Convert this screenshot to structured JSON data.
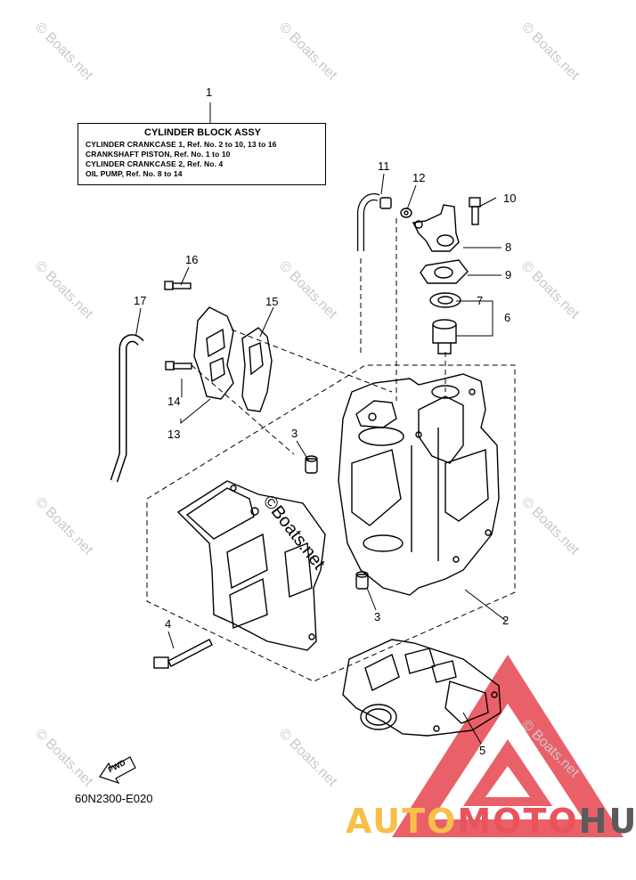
{
  "legend": {
    "title": "CYLINDER BLOCK ASSY",
    "lines": [
      "CYLINDER CRANKCASE 1,  Ref. No. 2 to 10, 13 to 16",
      "CRANKSHAFT PISTON,  Ref. No. 1 to 10",
      "CYLINDER CRANKCASE 2,  Ref. No. 4",
      "OIL PUMP,  Ref. No. 8 to 14"
    ]
  },
  "callouts": {
    "c1": "1",
    "c2": "2",
    "c3a": "3",
    "c3b": "3",
    "c4": "4",
    "c5": "5",
    "c6": "6",
    "c7": "7",
    "c8": "8",
    "c9": "9",
    "c10": "10",
    "c11": "11",
    "c12": "12",
    "c13": "13",
    "c14": "14",
    "c15": "15",
    "c16": "16",
    "c17": "17"
  },
  "fwd_label": "FWD",
  "drawing_code": "60N2300-E020",
  "watermark": "© Boats.net",
  "center_watermark": "©Boats.net",
  "brand": {
    "part1": "AUTO",
    "part2": "MOTO",
    "part3": "HUB"
  },
  "colors": {
    "brand_yellow": "#f7c04a",
    "brand_red": "#e8535c",
    "brand_gray": "#5b5b5b",
    "line": "#000000"
  }
}
